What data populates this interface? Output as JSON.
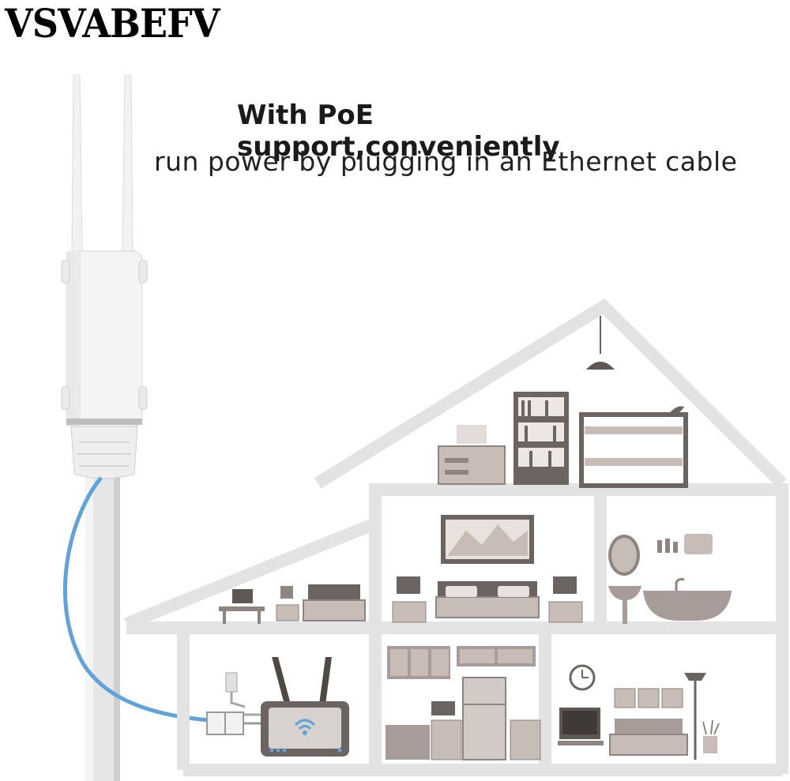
{
  "brand": {
    "name": "VSVABEFV"
  },
  "headline": {
    "line1": "With PoE support,conveniently",
    "line2": "run power by plugging in an Ethernet cable"
  },
  "colors": {
    "house_outline": "#e1e1e1",
    "furniture": "#8e8480",
    "furniture_light": "#c7bcb6",
    "cable": "#5ea3dc",
    "router": "#6b6461",
    "pole": "#e3e3e3"
  }
}
